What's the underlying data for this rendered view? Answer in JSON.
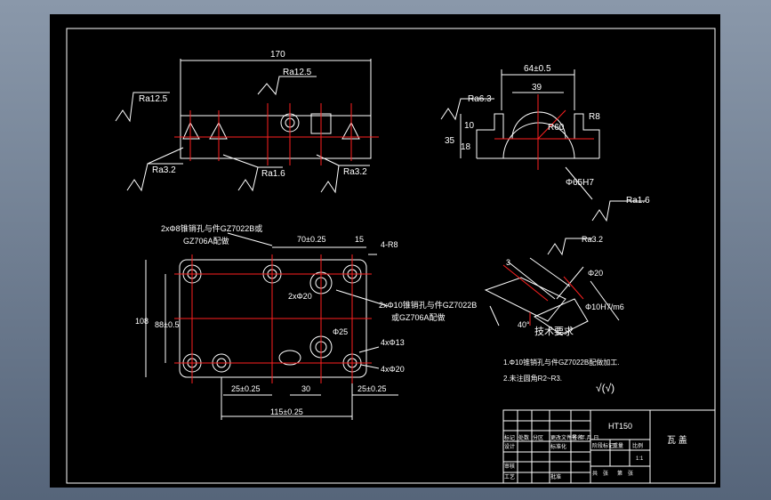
{
  "drawing": {
    "top_view": {
      "dim_width": "170",
      "roughness": [
        "Ra12.5",
        "Ra3.2",
        "Ra12.5",
        "Ra1.6",
        "Ra3.2"
      ]
    },
    "side_view": {
      "dim_outer": "64±0.5",
      "dim_inner": "39",
      "dim_height": "35",
      "dim_step_a": "10",
      "dim_step_b": "18",
      "dim_r": "R8",
      "dim_bore": "R60",
      "roughness": "Ra6.3",
      "bore_callout": "Φ65H7",
      "bore_roughness": "Ra1.6"
    },
    "plan_view": {
      "note_pin_holes": "2xΦ8锥销孔与件GZ7022B或",
      "note_pin_holes_2": "GZ706A配做",
      "dim_70": "70±0.25",
      "dim_15": "15",
      "dim_r": "4-R8",
      "dim_height": "108",
      "dim_88": "88±0.5",
      "dim_2xd20": "2xΦ20",
      "note_holes": "2xΦ10锥销孔与件GZ7022B",
      "note_holes_2": "或GZ706A配做",
      "dim_d25": "Φ25",
      "dim_4xd13": "4xΦ13",
      "dim_4xd20": "4xΦ20",
      "dim_25a": "25±0.25",
      "dim_30": "30",
      "dim_25b": "25±0.25",
      "dim_115": "115±0.25"
    },
    "detail": {
      "roughness": "Ra3.2",
      "dim_d20": "Φ20",
      "dim_fit": "Φ10H7/m6",
      "dim_40": "40°",
      "dim_3": "3"
    },
    "tech_title": "技术要求",
    "tech_notes": [
      "1.Φ10锥销孔与件GZ7022B配做加工.",
      "2.未注圆角R2~R3."
    ],
    "general_roughness": "√(√)",
    "title_block": {
      "material": "HT150",
      "part_name": "瓦 盖",
      "labels": [
        "标记",
        "处数",
        "分区",
        "更改文件号",
        "签名",
        "年.月.日",
        "设计",
        "标准化",
        "审核",
        "工艺",
        "批准"
      ],
      "labels2": [
        "阶段标记",
        "重量",
        "比例",
        "共",
        "张",
        "第",
        "张",
        "1:1"
      ]
    }
  }
}
